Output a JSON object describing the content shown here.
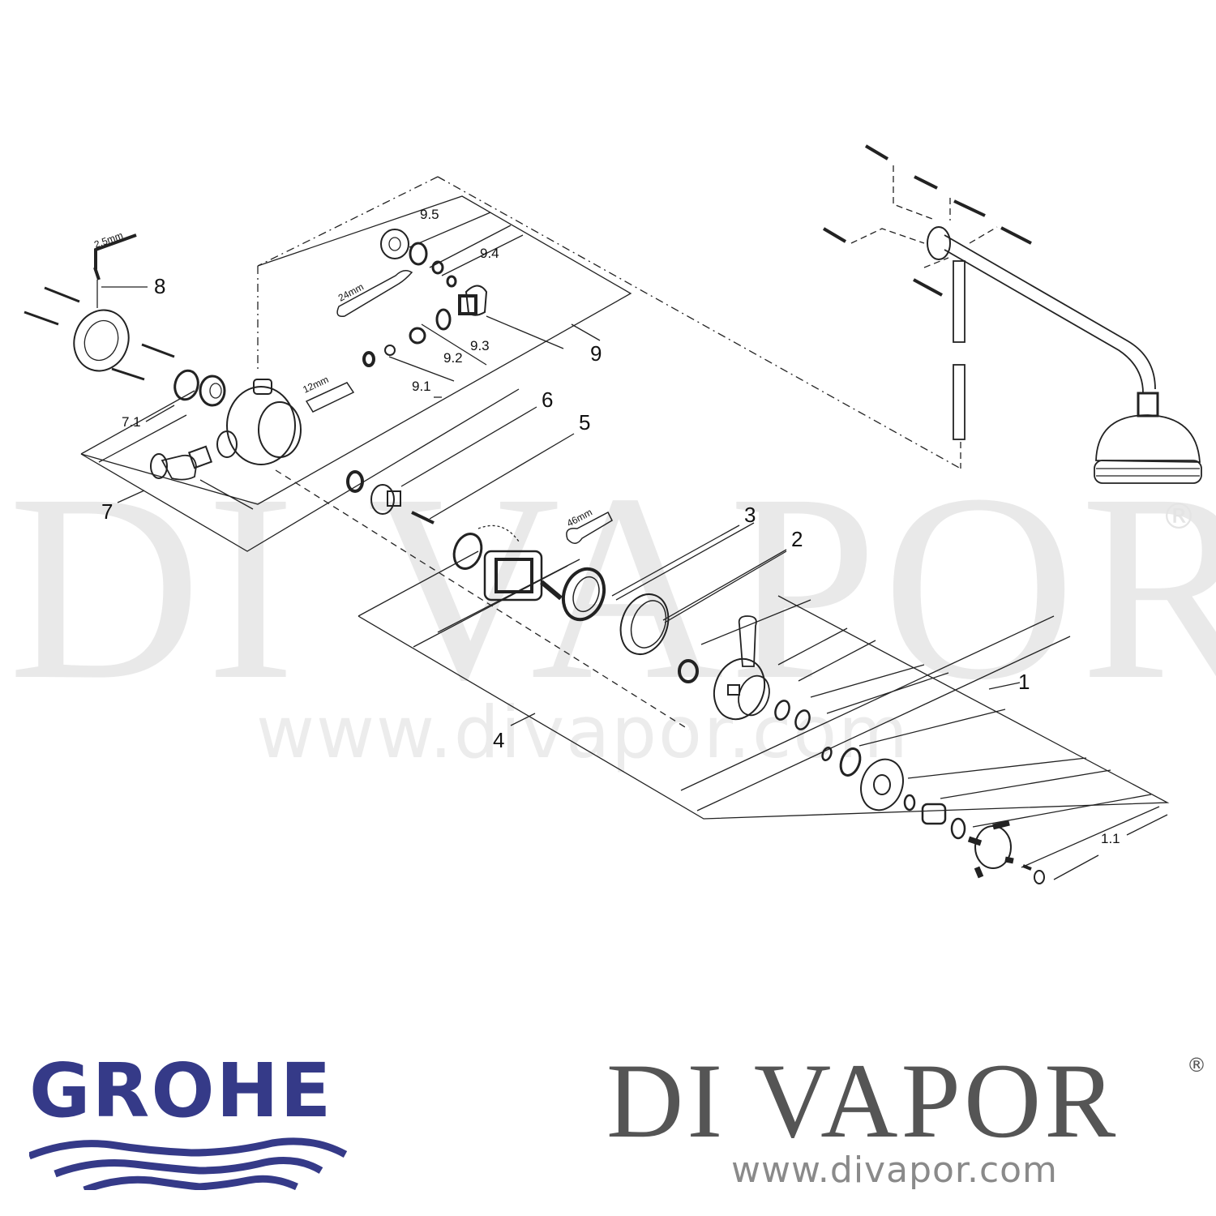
{
  "watermark": {
    "brand": "DI VAPOR",
    "registered": "®",
    "url": "www.divapor.com"
  },
  "diagram": {
    "title": "Exploded parts diagram – thermostatic shower valve with shower arm and head",
    "part_labels": [
      {
        "id": "1",
        "text": "1"
      },
      {
        "id": "1.1",
        "text": "1.1"
      },
      {
        "id": "2",
        "text": "2"
      },
      {
        "id": "3",
        "text": "3"
      },
      {
        "id": "4",
        "text": "4"
      },
      {
        "id": "5",
        "text": "5"
      },
      {
        "id": "6",
        "text": "6"
      },
      {
        "id": "7",
        "text": "7"
      },
      {
        "id": "7.1",
        "text": "7.1"
      },
      {
        "id": "8",
        "text": "8"
      },
      {
        "id": "9",
        "text": "9"
      },
      {
        "id": "9.1",
        "text": "9.1"
      },
      {
        "id": "9.2",
        "text": "9.2"
      },
      {
        "id": "9.3",
        "text": "9.3"
      },
      {
        "id": "9.4",
        "text": "9.4"
      },
      {
        "id": "9.5",
        "text": "9.5"
      }
    ],
    "tool_labels": {
      "hex_key": "2.5mm",
      "spanner_small": "24mm",
      "spanner_large": "46mm",
      "hex_bit": "12mm"
    },
    "line_color": "#222222",
    "watermark_color": "#e9e9e9"
  },
  "logos": {
    "manufacturer": {
      "name": "GROHE",
      "color": "#353a88"
    },
    "retailer": {
      "name": "DI VAPOR",
      "registered": "®",
      "url": "www.divapor.com",
      "color": "#555555",
      "url_color": "#8a8a8a"
    }
  }
}
